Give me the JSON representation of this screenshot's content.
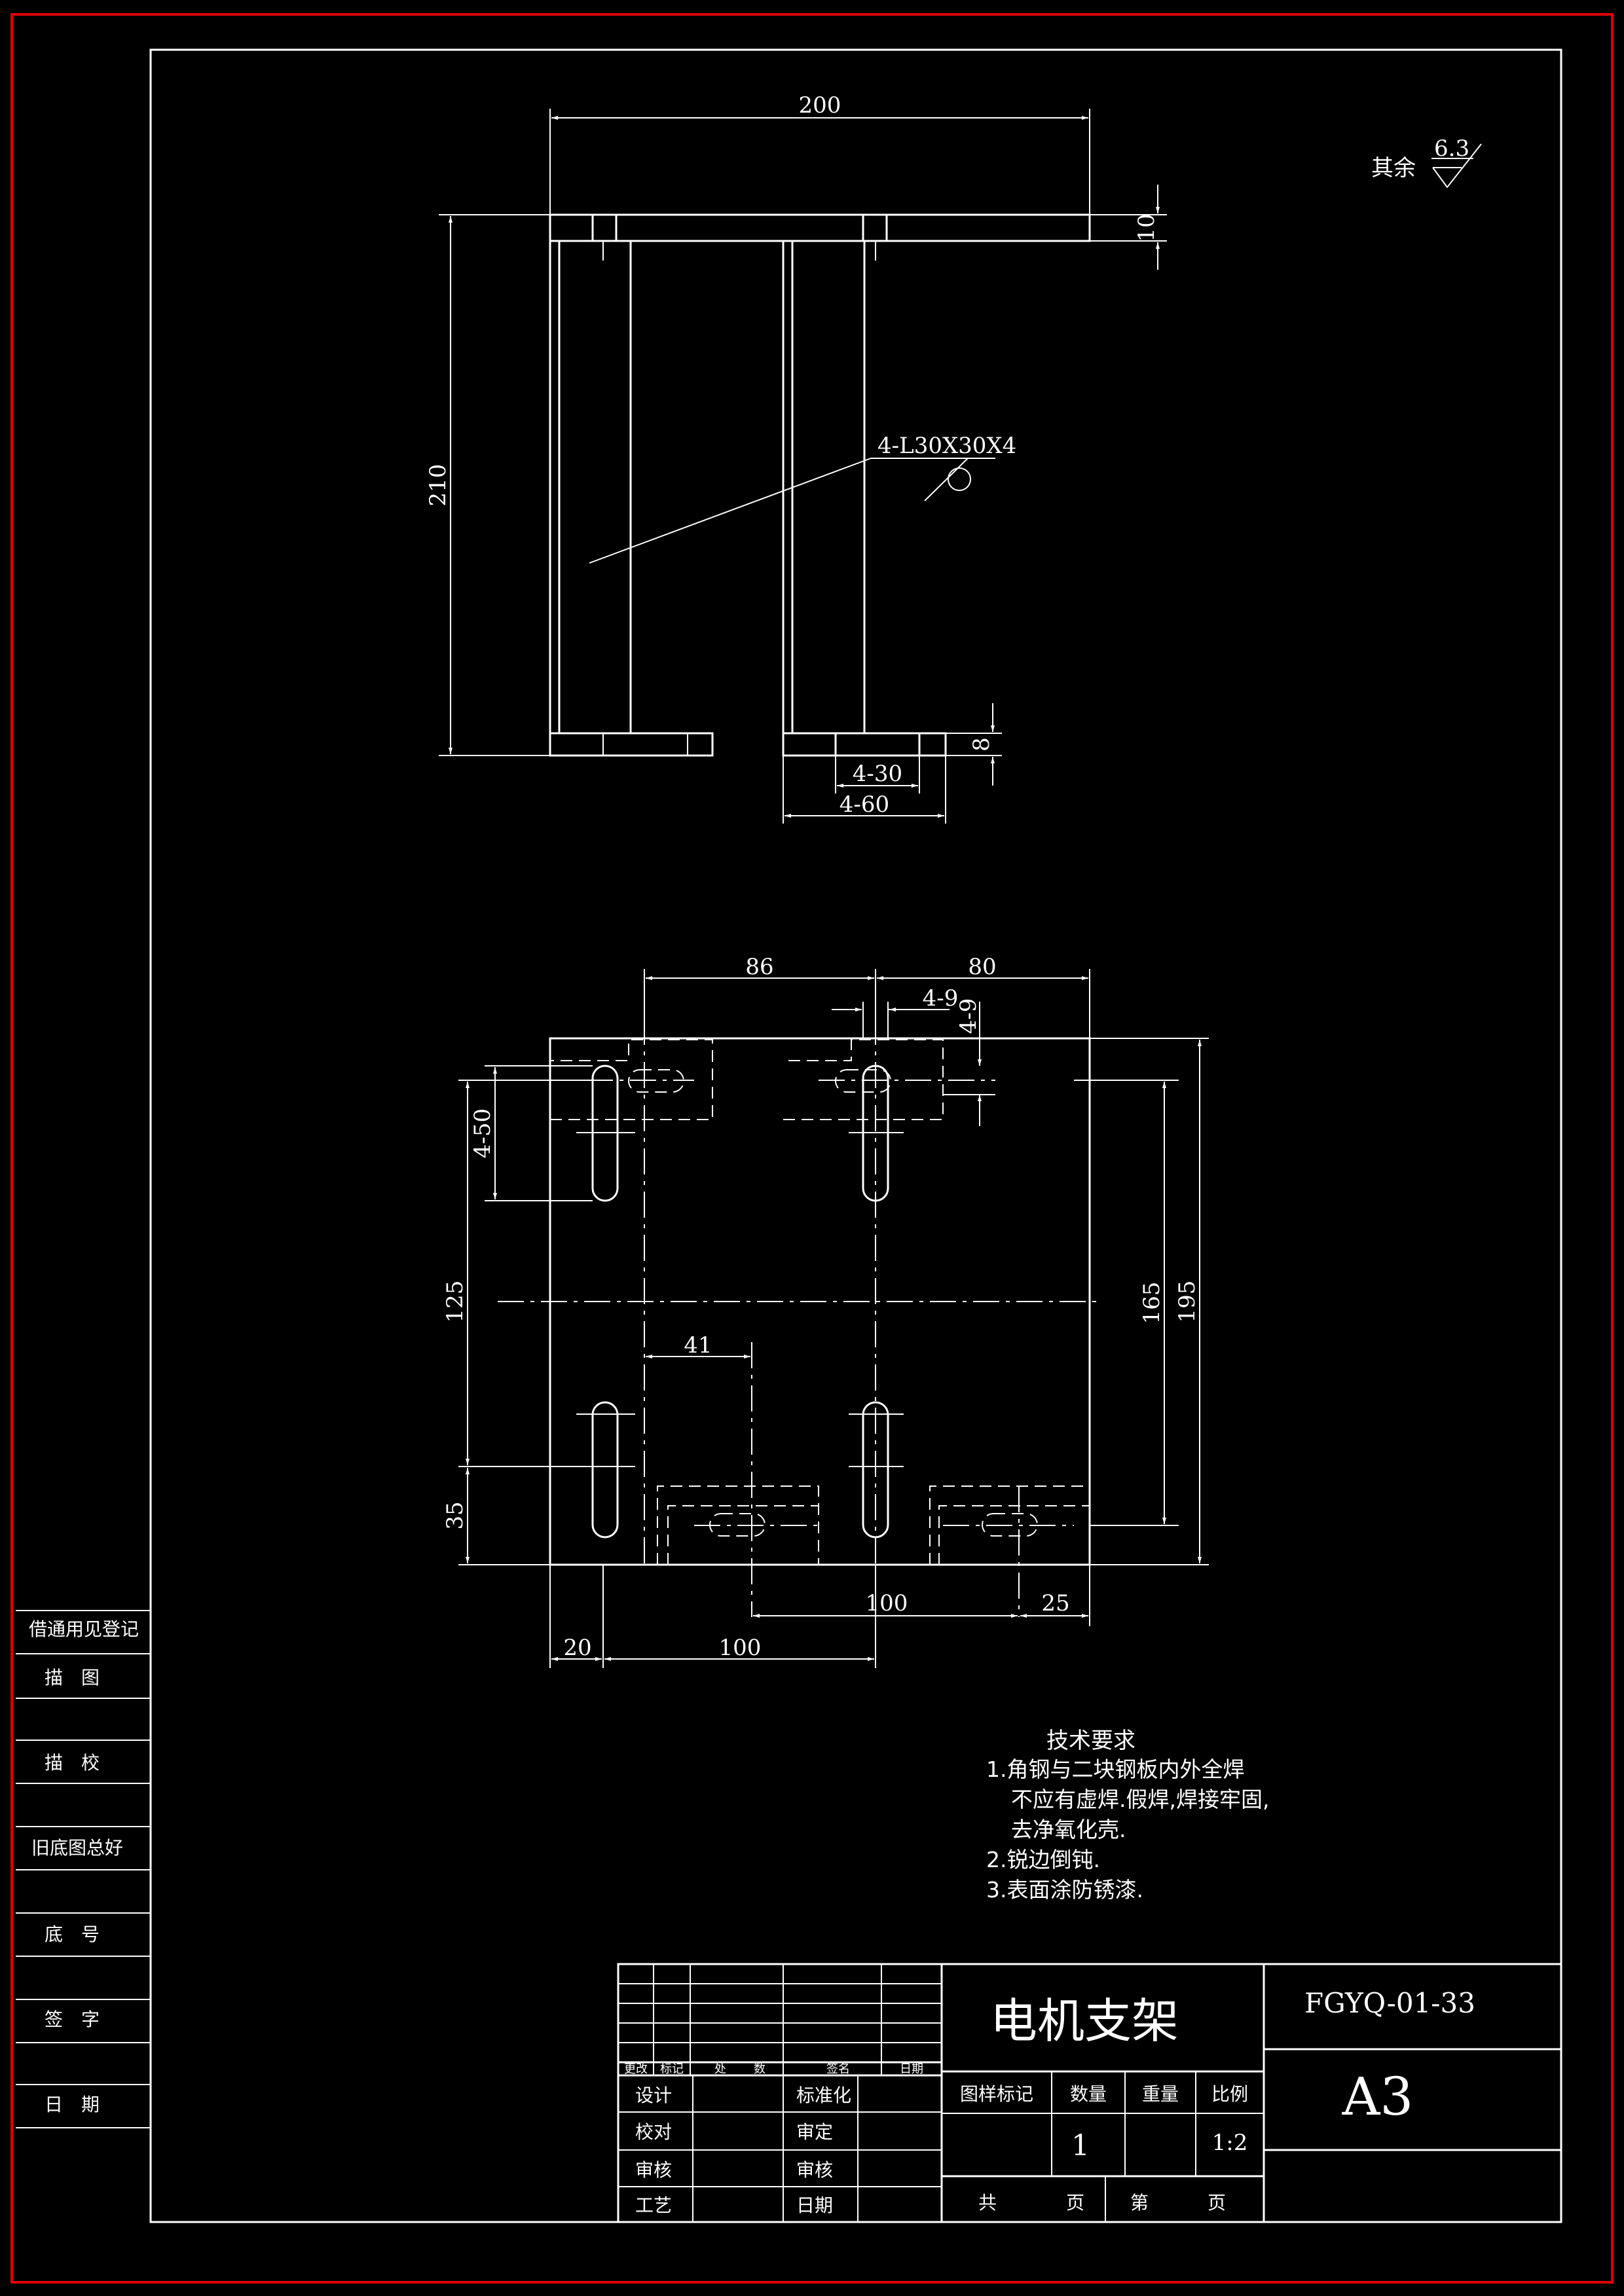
{
  "frame": {
    "outer_color": "#ff0000",
    "line_color": "#ffffff",
    "background": "#000000"
  },
  "roughness": {
    "label": "其余",
    "value": "6.3"
  },
  "front_view": {
    "dims": {
      "width": "200",
      "height": "210",
      "plate_thickness": "10",
      "foot_thickness": "8",
      "slot_len": "4-30",
      "foot_len": "4-60"
    },
    "callout": "4-L30X30X4"
  },
  "top_view": {
    "dims": {
      "d86": "86",
      "d80": "80",
      "d4_9a": "4-9",
      "d4_9b": "4-9",
      "d4_50": "4-50",
      "d125": "125",
      "d35": "35",
      "d41": "41",
      "d165": "165",
      "d195": "195",
      "d100a": "100",
      "d25": "25",
      "d20": "20",
      "d100b": "100"
    }
  },
  "tech_req": {
    "title": "技术要求",
    "lines": [
      "1.角钢与二块钢板内外全焊",
      "不应有虚焊.假焊,焊接牢固,",
      "去净氧化壳.",
      "2.锐边倒钝.",
      "3.表面涂防锈漆."
    ]
  },
  "left_strip": [
    "借通用见登记",
    "描　图",
    "描　校",
    "旧底图总好",
    "底　号",
    "签　字",
    "日　期"
  ],
  "title_block": {
    "change_headers": [
      "更改",
      "标记",
      "处",
      "数",
      "签名",
      "日期"
    ],
    "roles_left": [
      "设计",
      "校对",
      "审核",
      "工艺"
    ],
    "roles_right": [
      "标准化",
      "审定",
      "审核",
      "日期"
    ],
    "name": "电机支架",
    "code": "FGYQ-01-33",
    "size": "A3",
    "attr_headers": [
      "图样标记",
      "数量",
      "重量",
      "比例"
    ],
    "quantity": "1",
    "scale": "1:2",
    "sheet_total_label": "共",
    "sheet_no_label": "第",
    "page_unit": "页"
  }
}
